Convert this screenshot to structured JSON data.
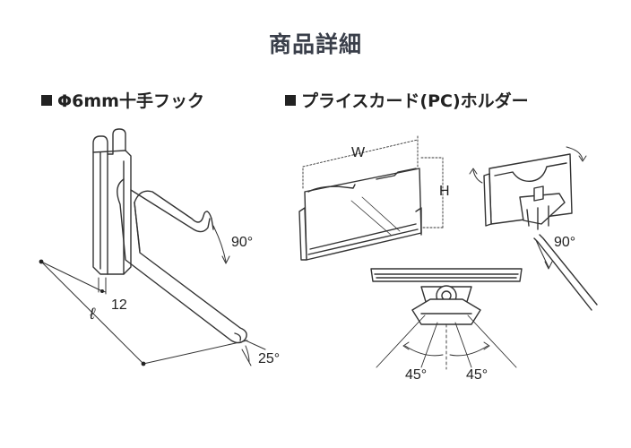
{
  "title": "商品詳細",
  "sections": {
    "left": {
      "heading": "Φ6mm十手フック"
    },
    "right": {
      "heading": "プライスカード(PC)ホルダー"
    }
  },
  "labels": {
    "hook_angle": "90°",
    "hook_tip_angle": "25°",
    "length_symbol": "ℓ",
    "gap": "12",
    "width": "W",
    "height": "H",
    "holder_angle": "90°",
    "swivel_left": "45°",
    "swivel_right": "45°"
  }
}
